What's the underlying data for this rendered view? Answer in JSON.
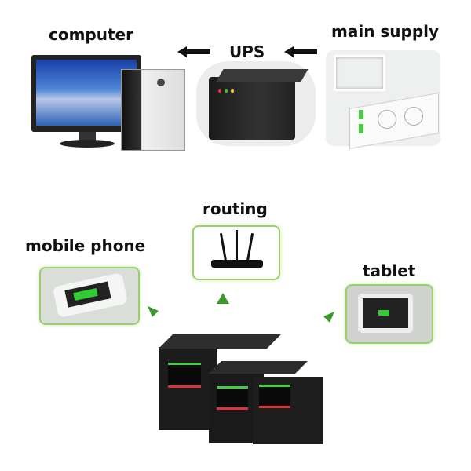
{
  "labels": {
    "computer": "computer",
    "ups": "UPS",
    "main_supply": "main supply",
    "routing": "routing",
    "mobile_phone": "mobile phone",
    "tablet": "tablet"
  },
  "colors": {
    "arrow_black": "#111111",
    "arrow_green": "#3a9a2a",
    "frame_green": "#9ccf6a"
  }
}
